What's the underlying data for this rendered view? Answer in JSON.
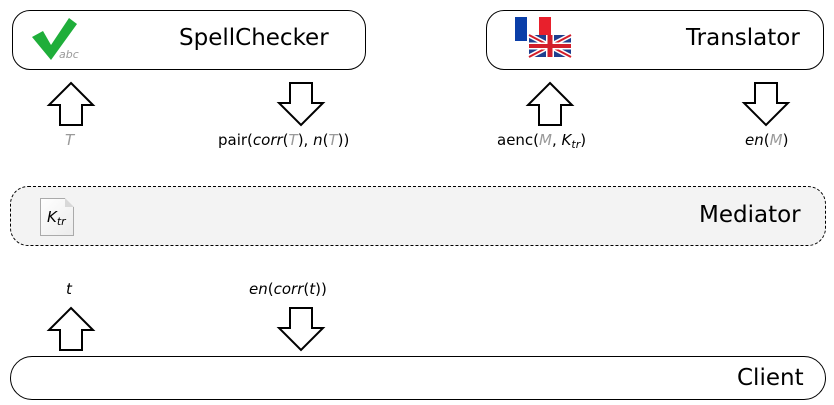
{
  "spellchecker": {
    "title": "SpellChecker",
    "icon_text": "abc"
  },
  "translator": {
    "title": "Translator"
  },
  "mediator": {
    "title": "Mediator",
    "key": {
      "base": "K",
      "sub": "tr"
    }
  },
  "client": {
    "title": "Client"
  },
  "labels": {
    "spell_in": "T",
    "spell_out": {
      "prefix": "pair(",
      "f1": "corr",
      "p1": "(",
      "T1": "T",
      "p2": "), ",
      "f2": "n",
      "p3": "(",
      "T2": "T",
      "p4": "))"
    },
    "trans_in": {
      "prefix": "aenc(",
      "M": "M",
      "sep": ", ",
      "K": "K",
      "Ksub": "tr",
      "suffix": ")"
    },
    "trans_out": {
      "f": "en",
      "open": "(",
      "M": "M",
      "close": ")"
    },
    "client_out": "t",
    "client_in": {
      "f1": "en",
      "p1": "(",
      "f2": "corr",
      "p2": "(",
      "t": "t",
      "p3": "))"
    }
  },
  "colors": {
    "grey_text": "#9a9a9a",
    "mediator_bg": "#f3f3f3",
    "check_green": "#1fae3a",
    "fr_blue": "#0a3ea8",
    "fr_red": "#e8202c",
    "uk_blue": "#1f3f8f",
    "uk_red": "#d31d2a"
  }
}
